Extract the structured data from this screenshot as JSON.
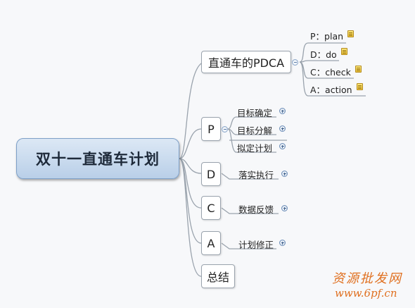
{
  "root": {
    "label": "双十一直通车计划"
  },
  "branches": [
    {
      "label": "直通车的PDCA",
      "children": [
        {
          "label": "P：plan"
        },
        {
          "label": "D：do"
        },
        {
          "label": "C：check"
        },
        {
          "label": "A：action"
        }
      ]
    },
    {
      "label": "P",
      "children": [
        {
          "label": "目标确定"
        },
        {
          "label": "目标分解"
        },
        {
          "label": "拟定计划"
        }
      ]
    },
    {
      "label": "D",
      "children": [
        {
          "label": "落实执行"
        }
      ]
    },
    {
      "label": "C",
      "children": [
        {
          "label": "数据反馈"
        }
      ]
    },
    {
      "label": "A",
      "children": [
        {
          "label": "计划修正"
        }
      ]
    },
    {
      "label": "总结"
    }
  ],
  "watermark": {
    "line1": "资源批发网",
    "line2": "www.6pf.cn"
  },
  "colors": {
    "connector": "#9aa3ad",
    "root_fill": "#c7d9ee",
    "watermark": "#e07020"
  }
}
